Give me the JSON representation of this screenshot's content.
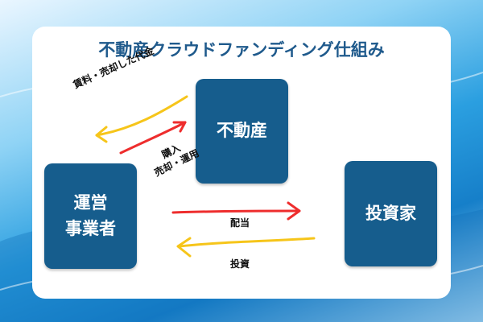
{
  "title": "不動産クラウドファンディング仕組み",
  "nodes": {
    "real_estate": "不動産",
    "operator_line1": "運営",
    "operator_line2": "事業者",
    "investor": "投資家"
  },
  "edges": {
    "rent_sale_proceeds": "賃料・売却した代金",
    "purchase_line1": "購入",
    "purchase_line2": "売却・運用",
    "dividend": "配当",
    "investment": "投資"
  },
  "colors": {
    "box": "#165d8d",
    "title": "#1f5a8c",
    "arrow_red": "#ee2d2d",
    "arrow_yellow": "#f6c51a"
  }
}
